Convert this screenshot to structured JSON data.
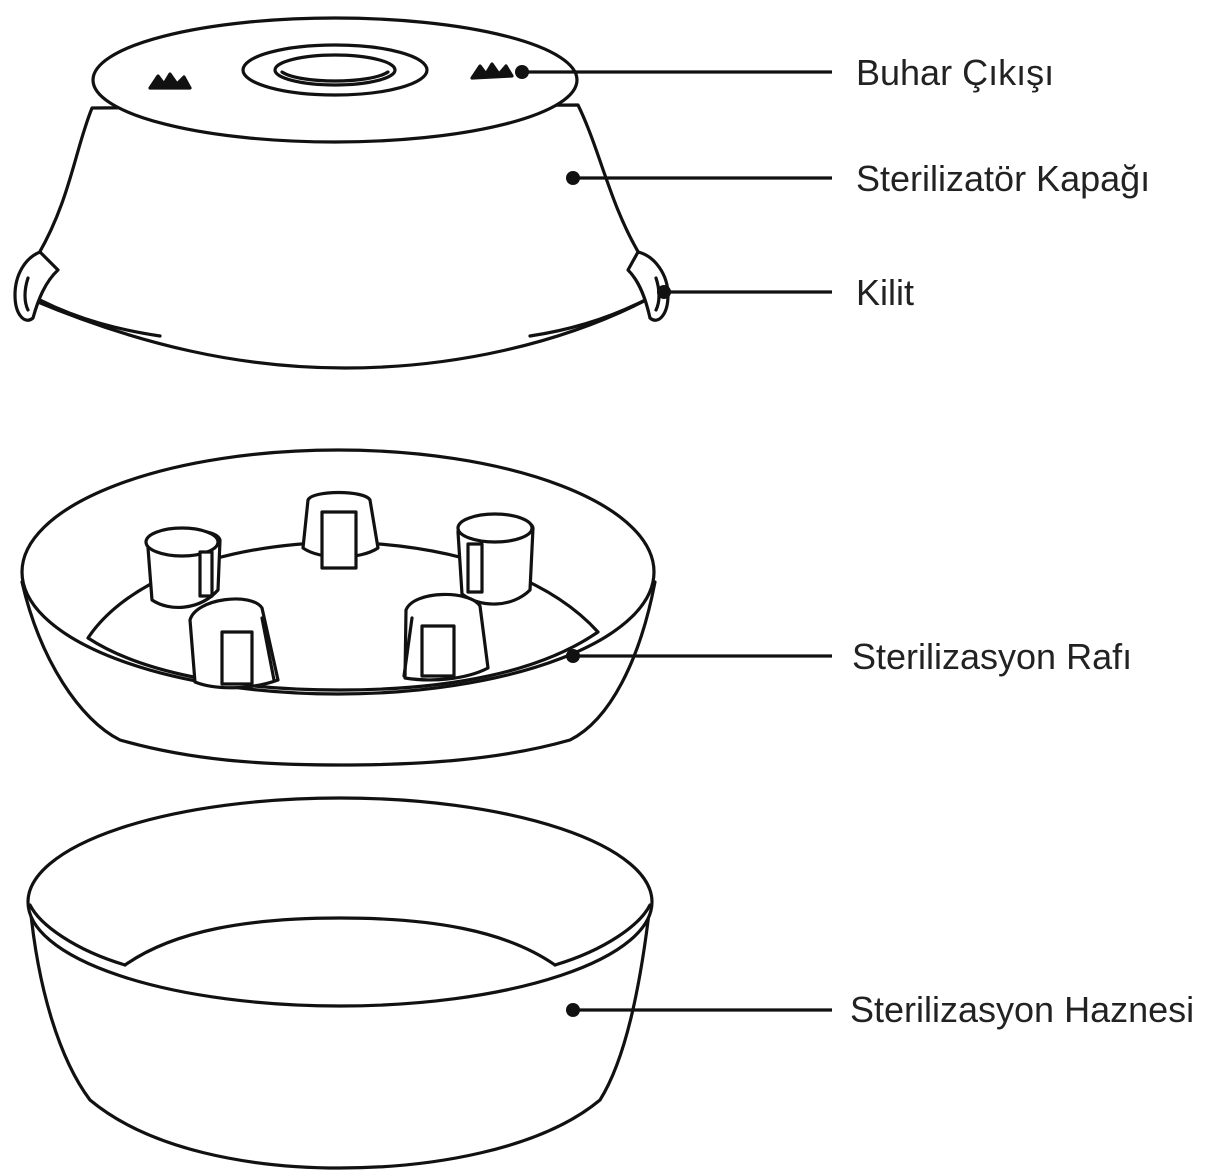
{
  "labels": {
    "steam_outlet": "Buhar Çıkışı",
    "lid": "Sterilizatör Kapağı",
    "lock": "Kilit",
    "rack": "Sterilizasyon Rafı",
    "chamber": "Sterilizasyon Haznesi"
  }
}
